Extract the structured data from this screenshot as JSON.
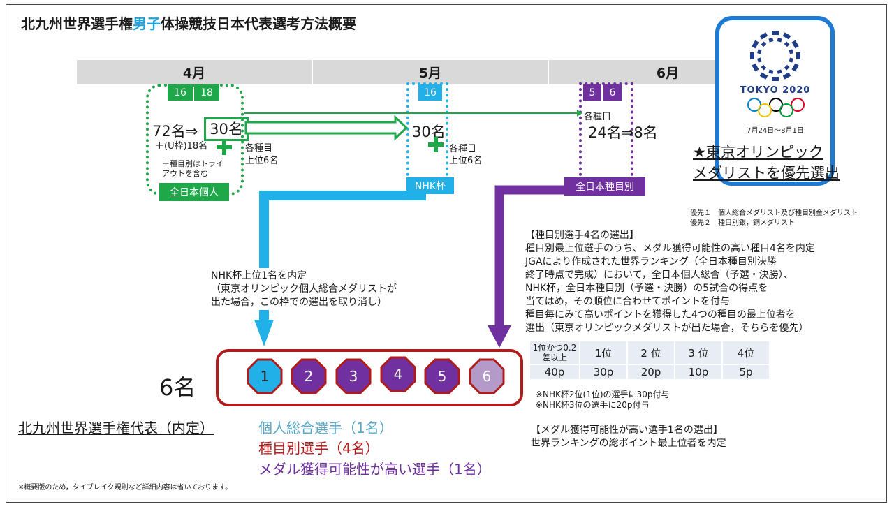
{
  "title": {
    "pre": "北九州世界選手権",
    "highlight": "男子",
    "post": "体操競技日本代表選考方法概要"
  },
  "timeline": {
    "months": [
      "4月",
      "5月",
      "6月"
    ]
  },
  "april": {
    "dates": [
      "16",
      "18"
    ],
    "count_start": "72名",
    "arrow": "⇒",
    "count_selected": "30名",
    "u_note": "＋(U枠)18名",
    "tryout_note_l1": "＋種目別はトライ",
    "tryout_note_l2": "アウトを含む",
    "event_label": "全日本個人",
    "top6_l1": "各種目",
    "top6_l2": "上位6名"
  },
  "may": {
    "dates": [
      "16"
    ],
    "count": "30名",
    "top6_l1": "各種目",
    "top6_l2": "上位6名",
    "event_label": "NHK杯"
  },
  "june": {
    "dates": [
      "5",
      "6"
    ],
    "each_event": "各種目",
    "count_start": "24名",
    "arrow": "⇒",
    "count_end": "8名",
    "event_label": "全日本種目別"
  },
  "olympics": {
    "logo_text": "TOKYO 2020",
    "dates": "7月24日～8月1日",
    "priority_l1": "★東京オリンピック",
    "priority_l2": "メダリストを優先選出",
    "pri1": "優先１　個人総合メダリスト及び種目別金メダリスト",
    "pri2": "優先２　種目別銀，銅メダリスト"
  },
  "nhk_note": {
    "l1": "NHK杯上位1名を内定",
    "l2": "（東京オリンピック個人総合メダリストが",
    "l3": "出た場合，この枠での選出を取り消し）"
  },
  "event_selection": {
    "heading": "【種目別選手4名の選出】",
    "lines": [
      "種目別最上位選手のうち、メダル獲得可能性の高い種目4名を内定",
      "JGAにより作成された世界ランキング（全日本種目別決勝",
      "終了時点で完成）において，全日本個人総合（予選・決勝）、",
      "NHK杯，全日本種目別（予選・決勝）の5試合の得点を",
      "当てはめ，その順位に合わせてポイントを付与",
      "種目毎にみて高いポイントを獲得した4つの種目の最上位者を",
      "選出（東京オリンピックメダリストが出た場合，そちらを優先）"
    ]
  },
  "points_table": {
    "corner_l1": "1位かつ0.2",
    "corner_l2": "差以上",
    "ranks": [
      "1位",
      "2 位",
      "3 位",
      "4位"
    ],
    "corner_points": "40p",
    "points": [
      "30p",
      "20p",
      "10p",
      "5p"
    ],
    "note1": "※NHK杯2位(1位)の選手に30p付与",
    "note2": "※NHK杯3位の選手に20p付与"
  },
  "medal_selection": {
    "heading": "【メダル獲得可能性が高い選手1名の選出】",
    "line": "世界ランキングの総ポイント最上位者を内定"
  },
  "team": {
    "count": "6名",
    "slots": [
      "1",
      "2",
      "3",
      "4",
      "5",
      "6"
    ],
    "representative_label": "北九州世界選手権代表（内定）",
    "legend_all_around": "個人総合選手（1名）",
    "legend_event": "種目別選手（4名）",
    "legend_medal": "メダル獲得可能性が高い選手（1名）"
  },
  "footnote": "※概要版のため，タイブレイク規則など詳細内容は省いております。",
  "colors": {
    "green": "#1fa84a",
    "blue": "#22b0e8",
    "purple": "#7030a0",
    "red": "#b01c1c",
    "olympic_blue": "#1e7bd1"
  }
}
